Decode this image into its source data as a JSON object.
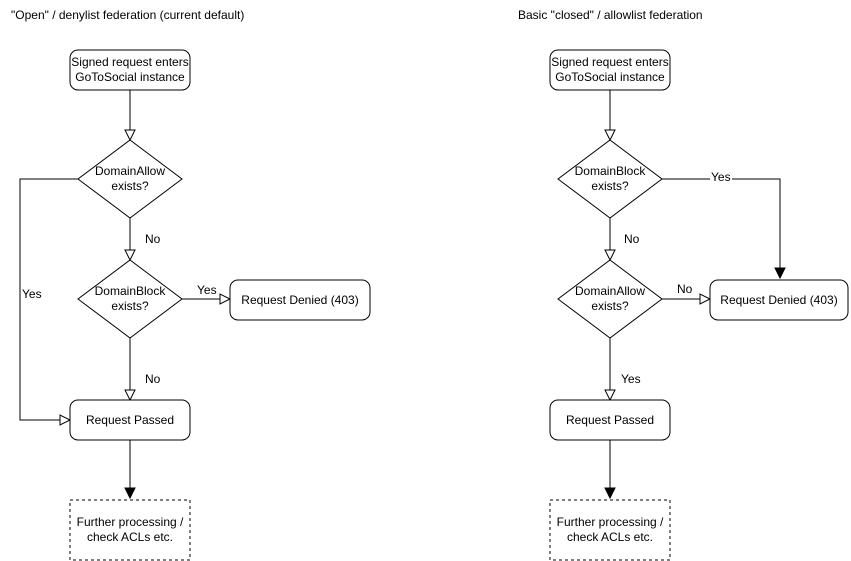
{
  "charts": {
    "left": {
      "title": "\"Open\" / denylist federation (current default)",
      "nodes": {
        "start": "Signed request enters\nGoToSocial instance",
        "decision1": "DomainAllow\nexists?",
        "decision2": "DomainBlock\nexists?",
        "denied": "Request Denied (403)",
        "passed": "Request Passed",
        "further": "Further processing /\ncheck ACLs etc."
      },
      "edge_labels": {
        "decision1_down": "No",
        "decision1_loop": "Yes",
        "decision2_right": "Yes",
        "decision2_down": "No"
      }
    },
    "right": {
      "title": "Basic \"closed\" / allowlist federation",
      "nodes": {
        "start": "Signed request enters\nGoToSocial instance",
        "decision1": "DomainBlock\nexists?",
        "decision2": "DomainAllow\nexists?",
        "denied": "Request Denied (403)",
        "passed": "Request Passed",
        "further": "Further processing /\ncheck ACLs etc."
      },
      "edge_labels": {
        "decision1_right": "Yes",
        "decision1_down": "No",
        "decision2_right": "No",
        "decision2_down": "Yes"
      }
    },
    "colors": {
      "stroke": "#000000",
      "fill": "#ffffff",
      "text": "#000000"
    }
  }
}
